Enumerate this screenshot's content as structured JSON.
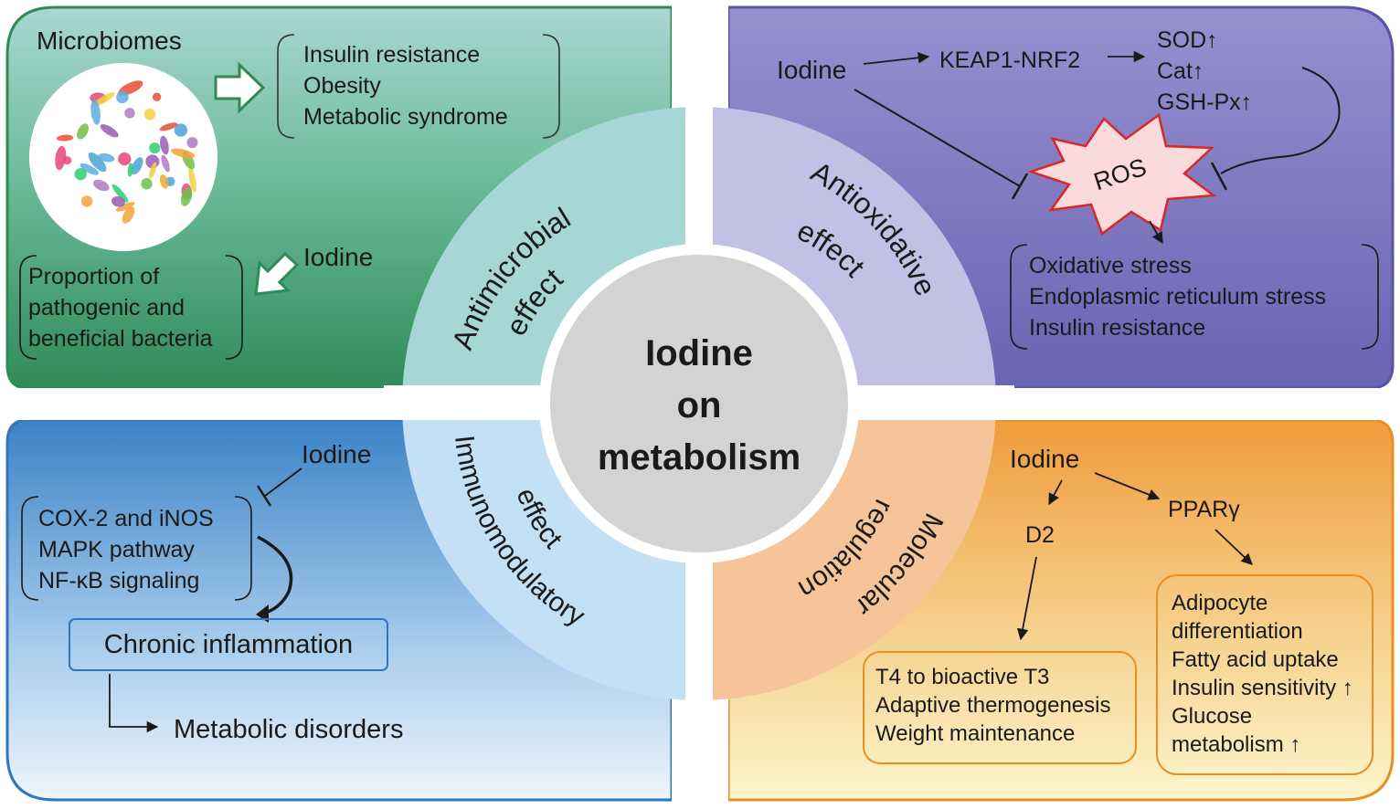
{
  "center": {
    "line1": "Iodine",
    "line2": "on",
    "line3": "metabolism"
  },
  "quadrants": {
    "antimicrobial": {
      "arc_label_1": "Antimicrobial",
      "arc_label_2": "effect",
      "microbiomes": "Microbiomes",
      "outcomes": [
        "Insulin resistance",
        "Obesity",
        "Metabolic syndrome"
      ],
      "iodine": "Iodine",
      "bacteria": [
        "Proportion of",
        "pathogenic and",
        "beneficial bacteria"
      ]
    },
    "antioxidative": {
      "arc_label_1": "Antioxidative",
      "arc_label_2": "effect",
      "iodine": "Iodine",
      "pathway": "KEAP1-NRF2",
      "enzymes": [
        "SOD↑",
        "Cat↑",
        "GSH-Px↑"
      ],
      "ros": "ROS",
      "outcomes": [
        "Oxidative stress",
        "Endoplasmic reticulum stress",
        "Insulin resistance"
      ]
    },
    "immunomodulatory": {
      "arc_label_1": "Immunomodulatory",
      "arc_label_2": "effect",
      "iodine": "Iodine",
      "targets": [
        "COX-2 and iNOS",
        "MAPK pathway",
        "NF-κB signaling"
      ],
      "inflammation": "Chronic inflammation",
      "disorders": "Metabolic disorders"
    },
    "molecular": {
      "arc_label_1": "Molecular",
      "arc_label_2": "regulation",
      "iodine": "Iodine",
      "d2": "D2",
      "ppar": "PPARγ",
      "d2_effects": [
        "T4 to bioactive T3",
        "Adaptive thermogenesis",
        "Weight maintenance"
      ],
      "ppar_effects": [
        "Adipocyte",
        "differentiation",
        "Fatty acid uptake",
        "Insulin sensitivity ↑",
        "Glucose",
        "metabolism ↑"
      ]
    }
  },
  "colors": {
    "green_top": "#a8d5cf",
    "green_bottom": "#2e8a57",
    "purple_top": "#8e88c8",
    "purple_bottom": "#6a62b0",
    "blue_top": "#3f86c9",
    "blue_bottom": "#eaf3fb",
    "orange_top": "#f0a040",
    "orange_bottom": "#fbf3c8",
    "center_circle": "#d3d3d3"
  }
}
